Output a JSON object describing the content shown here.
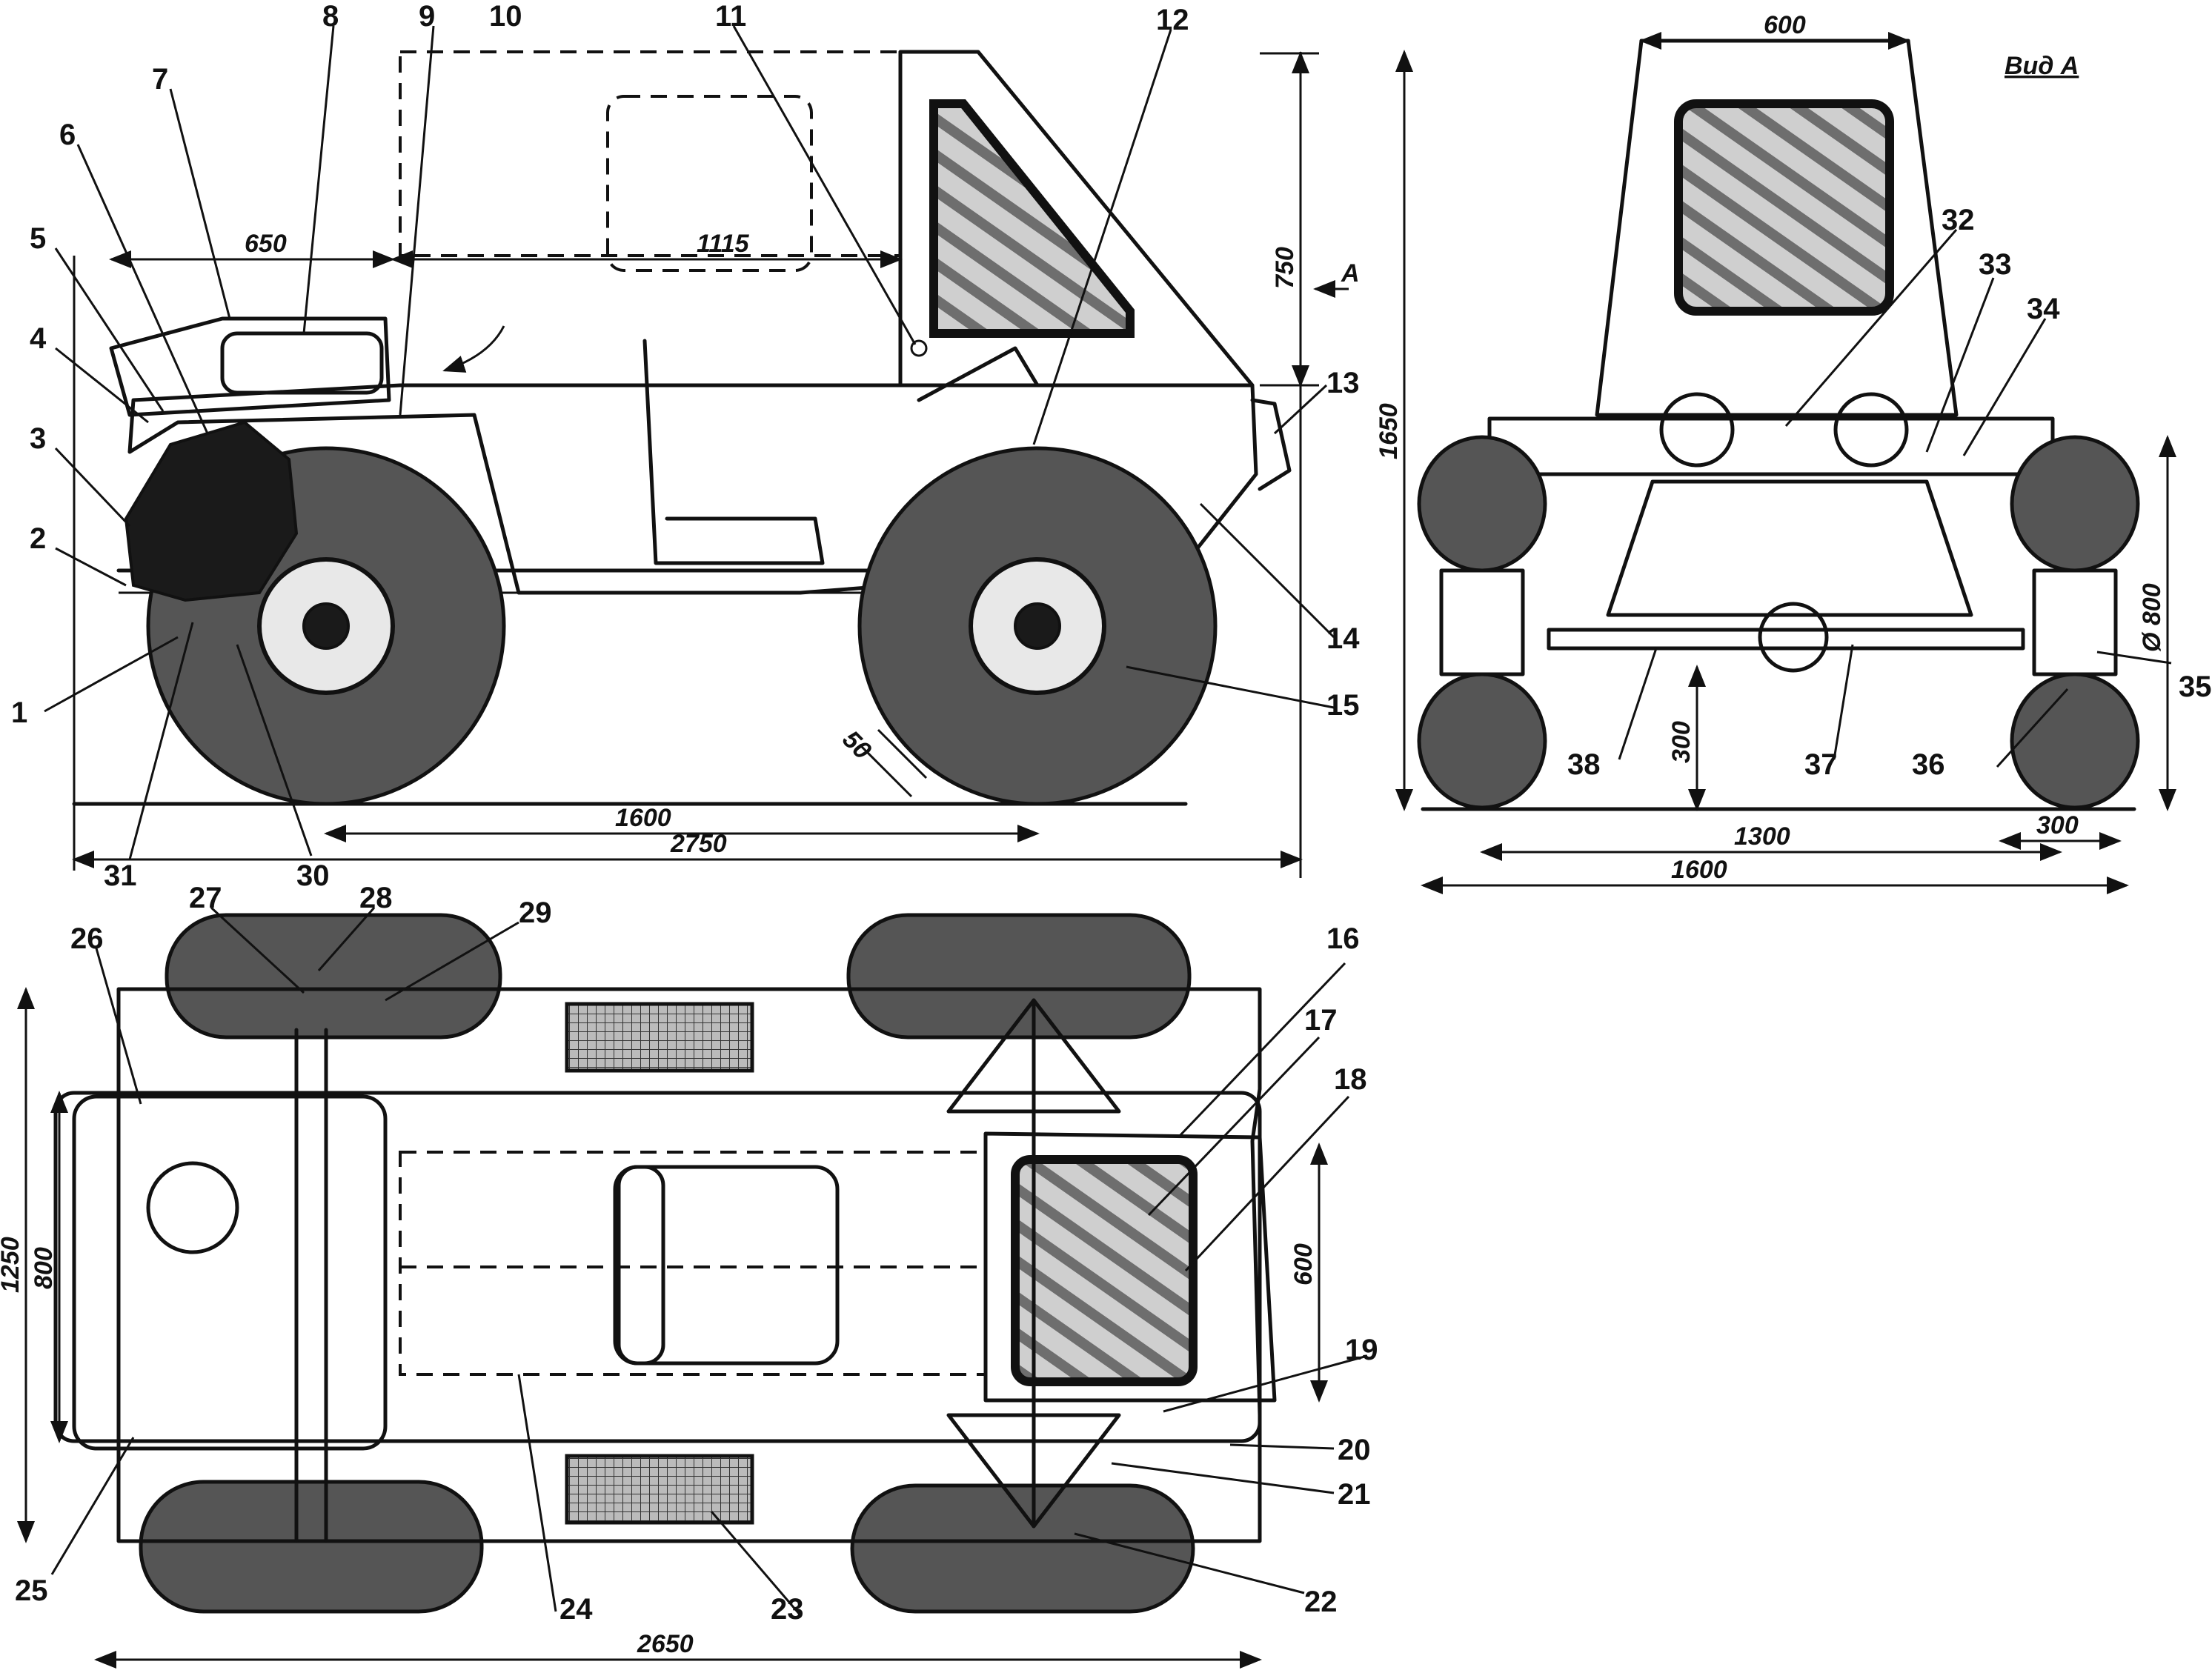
{
  "view_a_caption": "Вид А",
  "view_a_marker": "A",
  "dimensions": {
    "d650": "650",
    "d1115": "1115",
    "d750": "750",
    "d1600_wheelbase": "1600",
    "d2750": "2750",
    "d50": "50",
    "d600_top": "600",
    "d1650": "1650",
    "d800_wheel": "Ø 800",
    "d300_height": "300",
    "d1300": "1300",
    "d300_width": "300",
    "d1600_width": "1600",
    "d1250": "1250",
    "d800_frame": "800",
    "d600_cab": "600",
    "d2650": "2650"
  },
  "callouts": [
    "1",
    "2",
    "3",
    "4",
    "5",
    "6",
    "7",
    "8",
    "9",
    "10",
    "11",
    "12",
    "13",
    "14",
    "15",
    "16",
    "17",
    "18",
    "19",
    "20",
    "21",
    "22",
    "23",
    "24",
    "25",
    "26",
    "27",
    "28",
    "29",
    "30",
    "31",
    "32",
    "33",
    "34",
    "35",
    "36",
    "37",
    "38"
  ]
}
